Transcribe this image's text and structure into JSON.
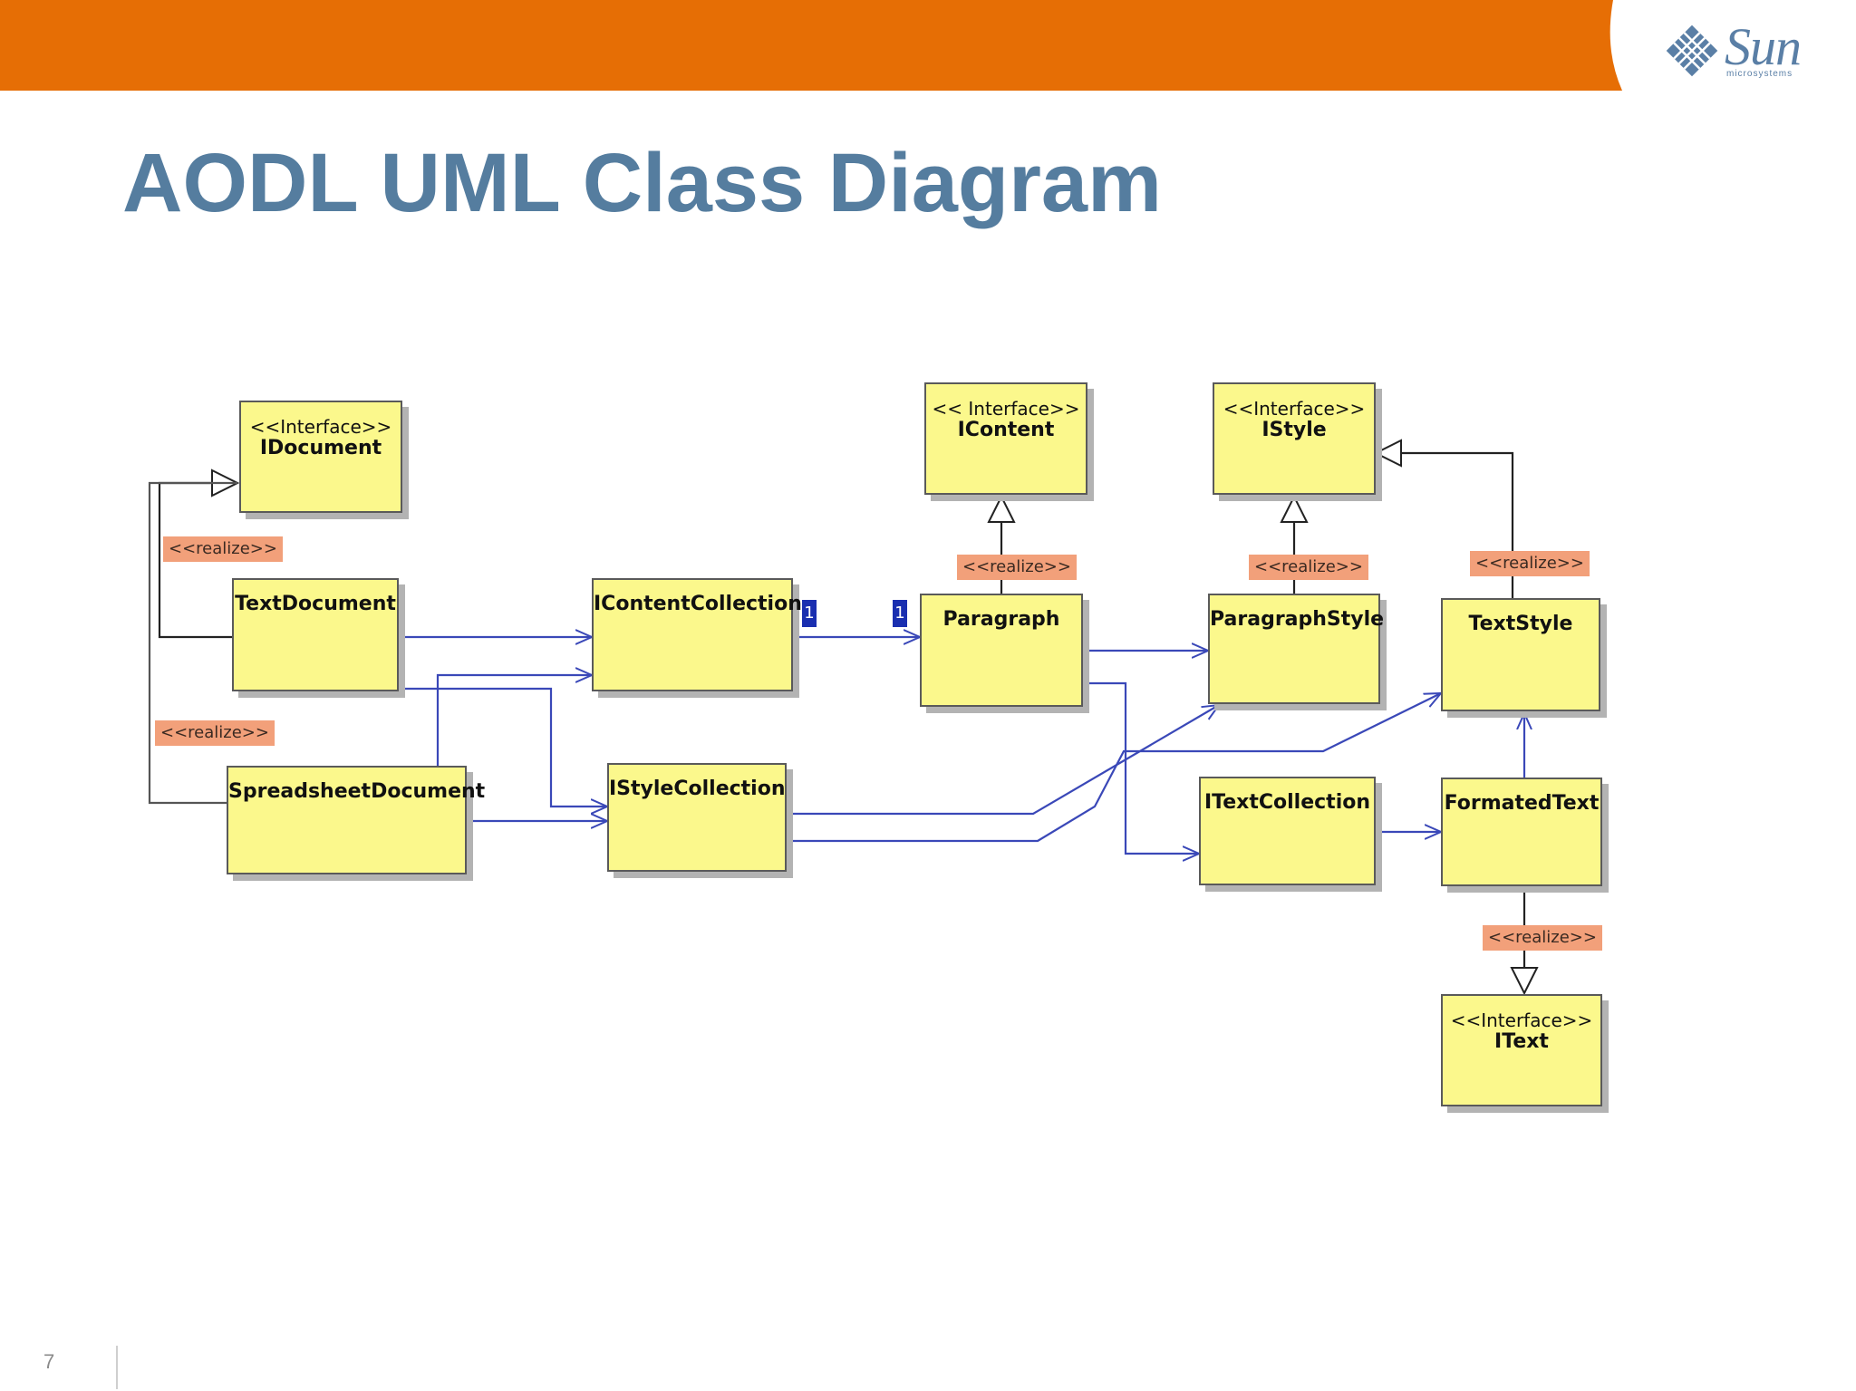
{
  "slide": {
    "title": "AODL UML Class Diagram",
    "page_number": "7",
    "accent_color": "#e66e05",
    "title_color": "#557d9f"
  },
  "logo": {
    "word": "Sun",
    "sub": "microsystems",
    "icon": "sun-diamond-logo"
  },
  "diagram": {
    "classes": {
      "idocument": {
        "stereotype": "<<Interface>>",
        "name": "IDocument"
      },
      "icontent": {
        "stereotype": "<< Interface>>",
        "name": "IContent"
      },
      "istyle": {
        "stereotype": "<<Interface>>",
        "name": "IStyle"
      },
      "textdocument": {
        "name": "TextDocument"
      },
      "icontentcollection": {
        "name": "IContentCollection"
      },
      "paragraph": {
        "name": "Paragraph"
      },
      "paragraphstyle": {
        "name": "ParagraphStyle"
      },
      "textstyle": {
        "name": "TextStyle"
      },
      "spreadsheetdocument": {
        "name": "SpreadsheetDocument"
      },
      "istylecollection": {
        "name": "IStyleCollection"
      },
      "itextcollection": {
        "name": "ITextCollection"
      },
      "formatedtext": {
        "name": "FormatedText"
      },
      "itext": {
        "stereotype": "<<Interface>>",
        "name": "IText"
      }
    },
    "realize_label": "<<realize>>",
    "multiplicity": [
      "1",
      "1"
    ],
    "colors": {
      "class_fill": "#fbf88c",
      "realize_tag": "#f2a07a",
      "association_line": "#3a48b8",
      "realization_line": "#222222",
      "multiplicity_fill": "#1a2fb0"
    }
  }
}
